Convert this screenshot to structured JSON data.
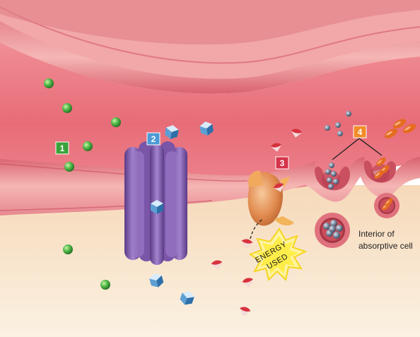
{
  "labels": {
    "step1": "1",
    "step2": "2",
    "step3": "3",
    "step4": "4",
    "energy_line1": "ENERGY",
    "energy_line2": "USED",
    "interior_line1": "Interior of",
    "interior_line2": "absorptive cell"
  },
  "colors": {
    "step1": "#3aa33a",
    "step2": "#4d9ad6",
    "step3": "#d6334a",
    "step4": "#f28c28",
    "membrane": "#e8878c",
    "lumen": "#e9747e",
    "cytoplasm": "#f7e3c4",
    "channel_protein": "#8a62b0",
    "carrier_protein": "#e89a5a",
    "energy_burst": "#ffe84a"
  },
  "icons": [
    "green-sphere-molecule",
    "blue-cube-molecule",
    "red-wedge-molecule",
    "gray-cluster-molecule",
    "orange-oval-molecule",
    "channel-protein",
    "carrier-protein",
    "vesicle",
    "energy-burst"
  ]
}
